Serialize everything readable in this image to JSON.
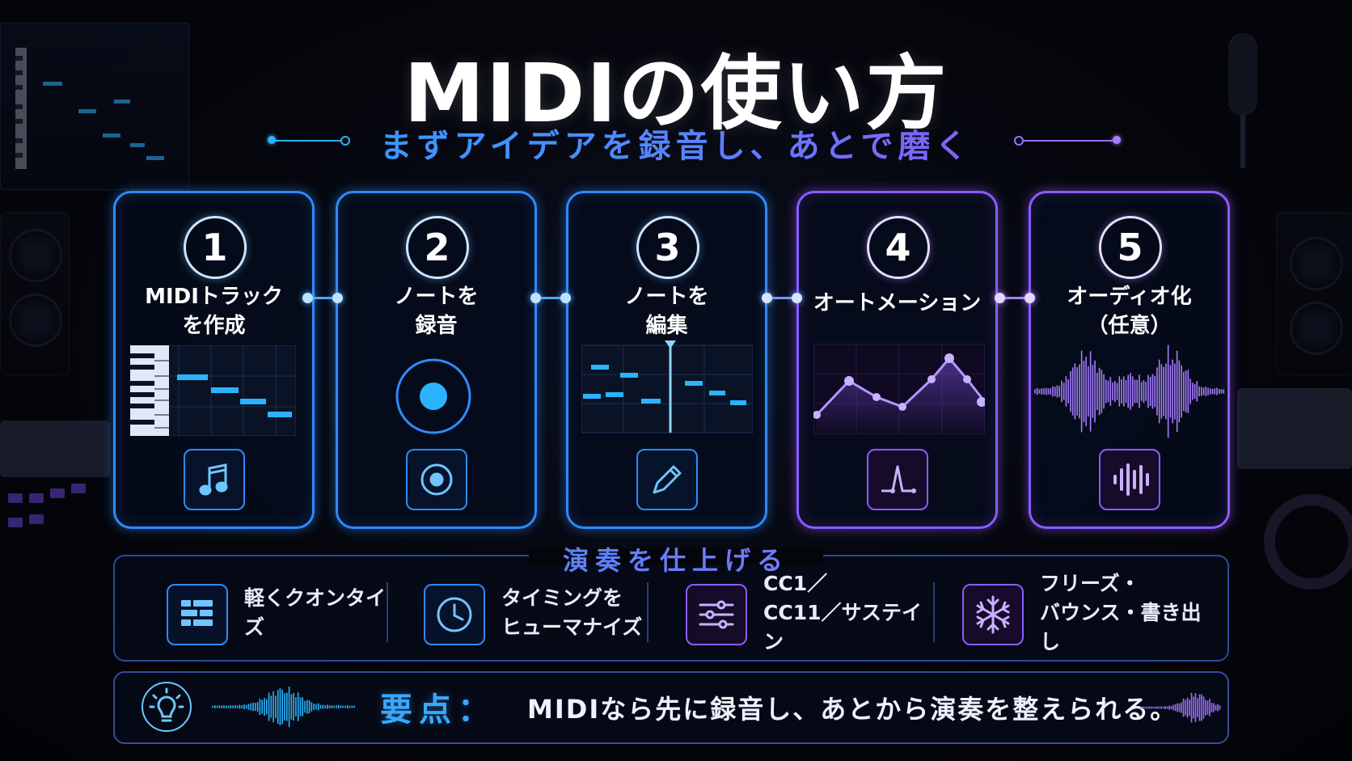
{
  "title": "MIDIの使い方",
  "subtitle": "まずアイデアを録音し、あとで磨く",
  "steps": [
    {
      "number": "1",
      "label": "MIDIトラック\nを作成",
      "icon": "music-note-icon"
    },
    {
      "number": "2",
      "label": "ノートを\n録音",
      "icon": "record-icon"
    },
    {
      "number": "3",
      "label": "ノートを\n編集",
      "icon": "pencil-icon"
    },
    {
      "number": "4",
      "label": "オートメーション",
      "icon": "envelope-curve-icon"
    },
    {
      "number": "5",
      "label": "オーディオ化\n（任意）",
      "icon": "waveform-icon"
    }
  ],
  "finish": {
    "title": "演奏を仕上げる",
    "items": [
      {
        "label": "軽くクオンタイズ",
        "icon": "grid-icon"
      },
      {
        "label": "タイミングを\nヒューマナイズ",
        "icon": "clock-icon"
      },
      {
        "label": "CC1／\nCC11／サステイン",
        "icon": "sliders-icon"
      },
      {
        "label": "フリーズ・\nバウンス・書き出し",
        "icon": "snowflake-icon"
      }
    ]
  },
  "key_point": {
    "label": "要点：",
    "text": "MIDIなら先に録音し、あとから演奏を整えられる。",
    "icon": "lightbulb-icon"
  },
  "colors": {
    "blue": "#2d8bff",
    "violet": "#8a5cff",
    "accent_cyan": "#27b4ff"
  }
}
